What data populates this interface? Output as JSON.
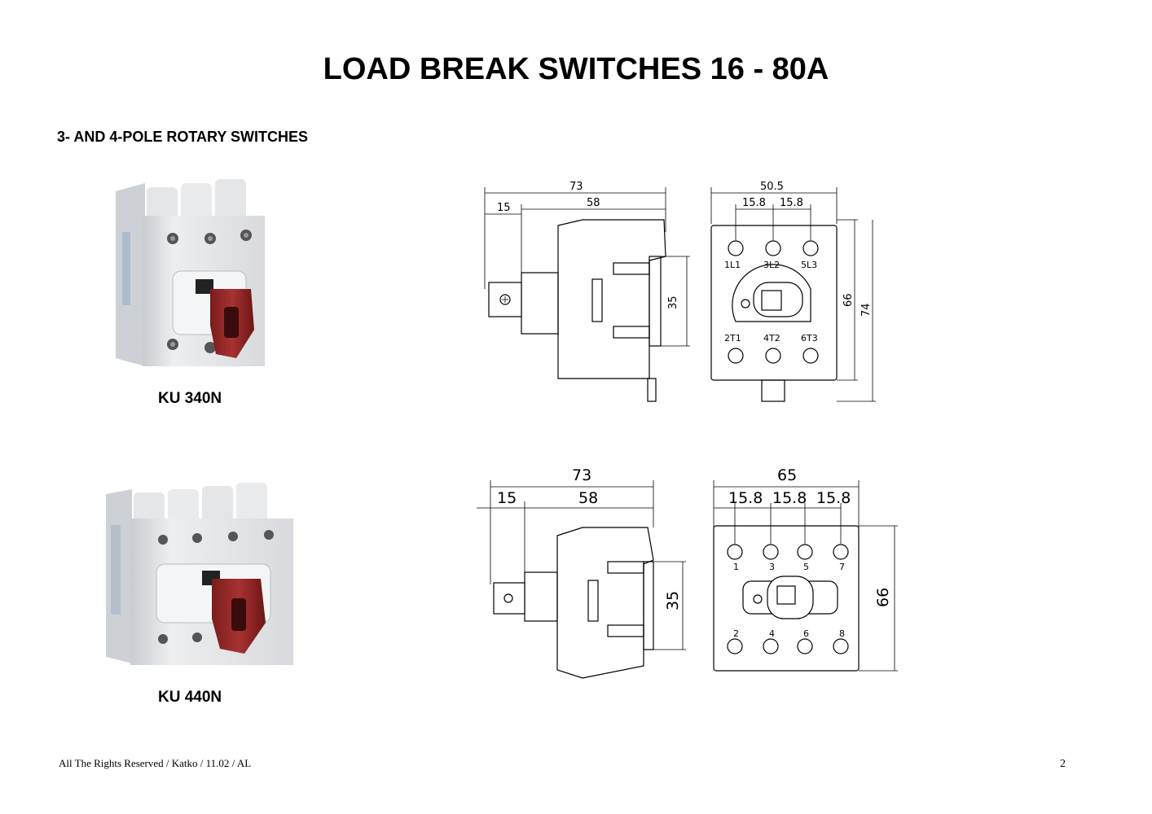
{
  "document": {
    "title": "LOAD BREAK SWITCHES 16 - 80A",
    "subtitle": "3- AND 4-POLE ROTARY SWITCHES",
    "footer": "All The Rights Reserved / Katko / 11.02 / AL",
    "page_number": "2"
  },
  "products": [
    {
      "model": "KU 340N",
      "side_view": {
        "overall": "73",
        "shaft": "15",
        "body": "58",
        "rail": "35"
      },
      "front_view": {
        "width": "50.5",
        "pitch_1": "15.8",
        "pitch_2": "15.8",
        "height_inner": "66",
        "height_outer": "74",
        "top_terminals": [
          "1L1",
          "3L2",
          "5L3"
        ],
        "bottom_terminals": [
          "2T1",
          "4T2",
          "6T3"
        ]
      }
    },
    {
      "model": "KU 440N",
      "side_view": {
        "overall": "73",
        "shaft": "15",
        "body": "58",
        "rail": "35"
      },
      "front_view": {
        "width": "65",
        "pitch_1": "15.8",
        "pitch_2": "15.8",
        "pitch_3": "15.8",
        "height": "66",
        "top_terminals": [
          "1",
          "3",
          "5",
          "7"
        ],
        "bottom_terminals": [
          "2",
          "4",
          "6",
          "8"
        ]
      }
    }
  ]
}
